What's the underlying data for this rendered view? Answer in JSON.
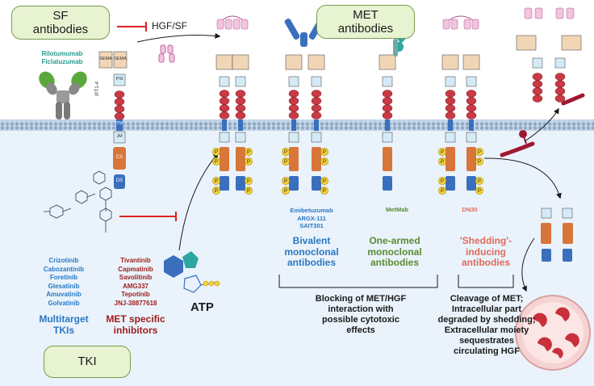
{
  "boxes": {
    "sf_antibodies": [
      "SF",
      "antibodies"
    ],
    "met_antibodies": [
      "MET",
      "antibodies"
    ],
    "tki": "TKI"
  },
  "ligand_label": "HGF/SF",
  "sf_drugs": [
    "Rilotumumab",
    "Ficlatuzumab"
  ],
  "met_domains": {
    "sema": "SEMA",
    "psi": "PSI",
    "ipt": "IPT1-4",
    "tm": "TM",
    "jm": "JM",
    "cs": "CS",
    "ds": "DS"
  },
  "atp_label": "ATP",
  "phospho_label": "P",
  "multitarget": {
    "drugs": [
      "Crizotinib",
      "Cabozantinib",
      "Foretinib",
      "Glesatinib",
      "Amuvatinib",
      "Golvatinib"
    ],
    "title": [
      "Multitarget",
      "TKIs"
    ]
  },
  "met_specific": {
    "drugs": [
      "Tivantinib",
      "Capmatinib",
      "Savolitinib",
      "AMG337",
      "Tepotinib",
      "JNJ-38877618"
    ],
    "title": [
      "MET specific",
      "inhibitors"
    ]
  },
  "bivalent": {
    "drugs": [
      "Emibetuzumab",
      "ARGX-111",
      "SAIT301"
    ],
    "title": [
      "Bivalent",
      "monoclonal",
      "antibodies"
    ]
  },
  "one_armed": {
    "drugs": [
      "MetMab"
    ],
    "title": [
      "One-armed",
      "monoclonal",
      "antibodies"
    ]
  },
  "shedding": {
    "drugs": [
      "DN30"
    ],
    "title": [
      "'Shedding'-",
      "inducing",
      "antibodies"
    ]
  },
  "blocking_text": [
    "Blocking of MET/HGF",
    "interaction with",
    "possible cytotoxic",
    "effects"
  ],
  "cleavage_text": [
    "Cleavage of MET;",
    "Intracellular part",
    "degraded by shedding;",
    "Extracellular moiety",
    "sequestrates",
    "circulating HGF"
  ],
  "colors": {
    "box_fill": "#e8f3d2",
    "box_border": "#7a9a50",
    "cell_bg": "#e9f3fb",
    "membrane": "#9fb6cf",
    "blue_text": "#2a77c2",
    "red_text": "#9e1b1b",
    "teal_text": "#2a9a8e",
    "green_text": "#5a8a32",
    "salmon_text": "#e06a5a",
    "sema": "#f1d6b6",
    "alpha_pink": "#f3c4de",
    "ipt": "#c83a45",
    "kinase": "#d8763a",
    "ds_blue": "#3a6fbe",
    "light_box": "#d4ebf7",
    "phospho": "#f3d23a",
    "inhibit": "#e02020"
  }
}
